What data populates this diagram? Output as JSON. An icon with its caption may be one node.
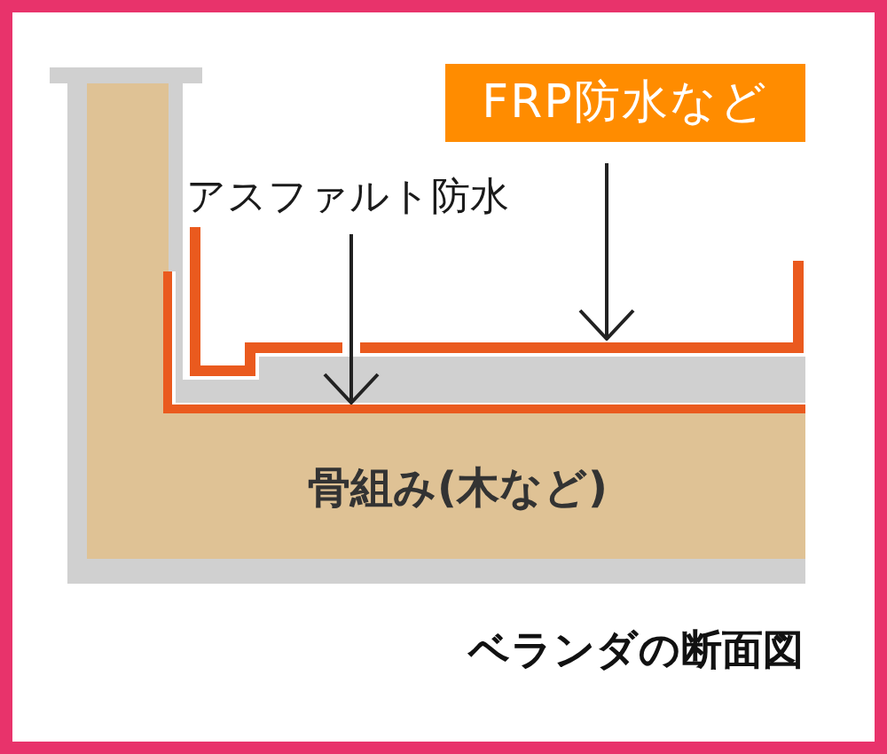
{
  "diagram": {
    "caption": "ベランダの断面図",
    "nodes": [
      {
        "text": [
          "FRP防水など"
        ]
      },
      {
        "text": [
          "アスファルト防水"
        ]
      },
      {
        "text": [],
        "shape": "line"
      },
      {
        "text": [],
        "shape": "line"
      },
      {
        "text": [
          "骨組み(木など)"
        ]
      }
    ],
    "edges": [
      {
        "from": 0,
        "to": 2,
        "arrow": "to"
      },
      {
        "from": 1,
        "to": 3,
        "arrow": "to"
      }
    ]
  }
}
